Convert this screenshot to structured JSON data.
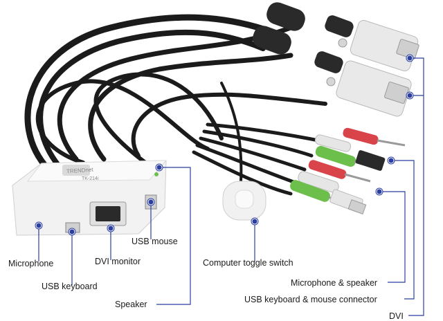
{
  "product": {
    "brand_text": "TRENDnet",
    "model_text": "TK-214i"
  },
  "callouts": {
    "microphone": "Microphone",
    "usb_keyboard": "USB keyboard",
    "dvi_monitor": "DVI monitor",
    "usb_mouse": "USB mouse",
    "speaker": "Speaker",
    "computer_toggle_switch": "Computer toggle switch",
    "microphone_speaker": "Microphone & speaker",
    "usb_keyboard_mouse_connector": "USB keyboard & mouse connector",
    "dvi": "DVI"
  },
  "colors": {
    "callout_line": "#2b3fa0",
    "cable": "#1b1b1b",
    "device_body": "#f2f2f2",
    "audio_red": "#d9434a",
    "audio_green": "#6cbf4a"
  }
}
